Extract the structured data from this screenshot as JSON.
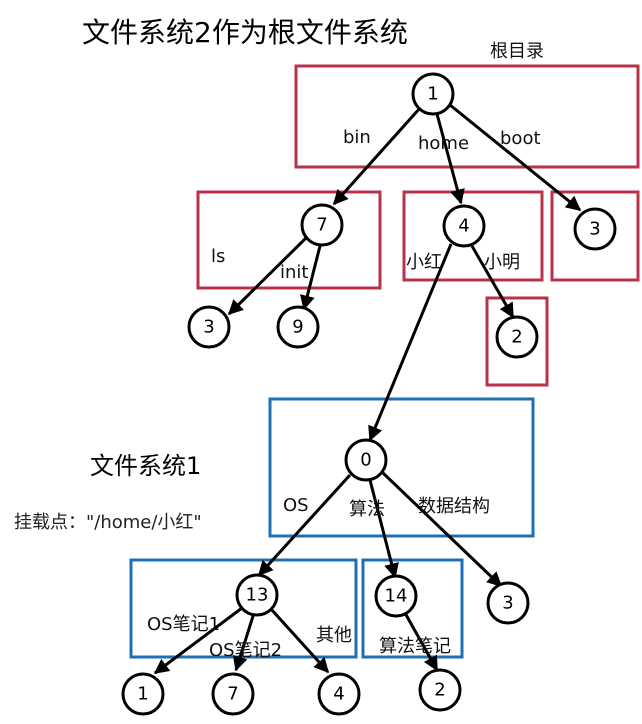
{
  "title": "文件系统2作为根文件系统",
  "root_label": "根目录",
  "fs1": {
    "title": "文件系统1",
    "mount": "挂载点：\"/home/小红\""
  },
  "nodes": {
    "n1": "1",
    "n7": "7",
    "n4": "4",
    "n3a": "3",
    "n3b": "3",
    "n9": "9",
    "n2a": "2",
    "n0": "0",
    "n13": "13",
    "n14": "14",
    "n3c": "3",
    "n1b": "1",
    "n7b": "7",
    "n4b": "4",
    "n2b": "2"
  },
  "edge_labels": {
    "bin": "bin",
    "home": "home",
    "boot": "boot",
    "ls": "ls",
    "init": "init",
    "xiaohong": "小红",
    "xiaoming": "小明",
    "os": "OS",
    "suanfa": "算法",
    "shujujiegou": "数据结构",
    "osnote1": "OS笔记1",
    "osnote2": "OS笔记2",
    "qita": "其他",
    "suanfanote": "算法笔记"
  },
  "colors": {
    "red_box": "#b8334a",
    "blue_box": "#1f6fb5"
  }
}
